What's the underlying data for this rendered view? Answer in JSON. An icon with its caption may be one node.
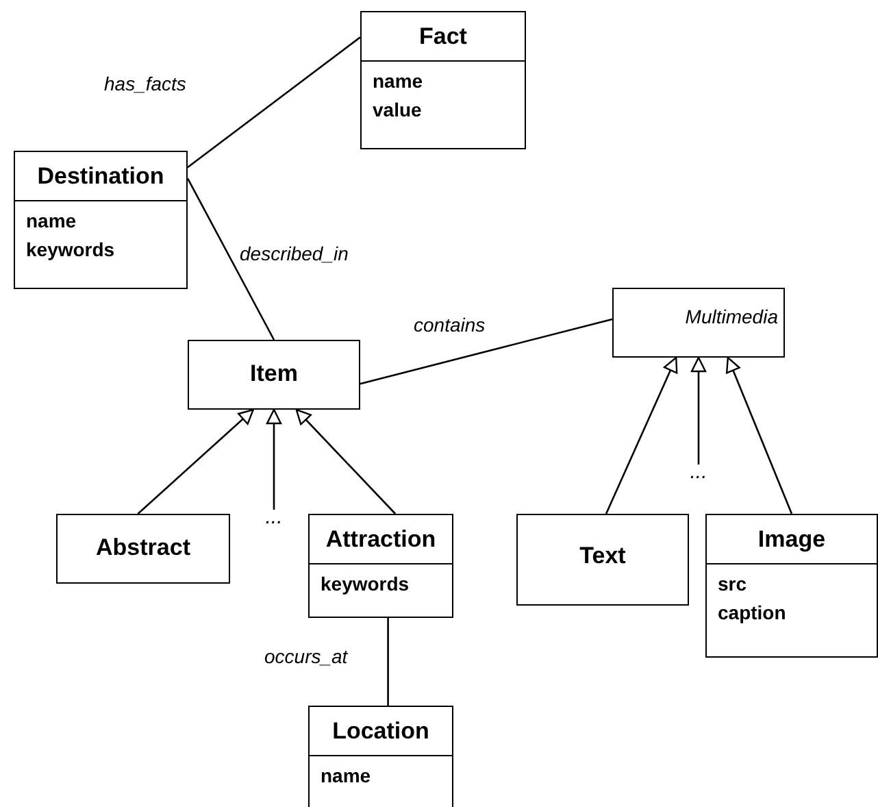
{
  "diagram": {
    "nodes": [
      {
        "text": [
          "Fact",
          "name",
          "value"
        ]
      },
      {
        "text": [
          "Destination",
          "name",
          "keywords"
        ]
      },
      {
        "text": [
          "Item"
        ]
      },
      {
        "text": [
          "Multimedia"
        ]
      },
      {
        "text": [
          "Abstract"
        ]
      },
      {
        "text": [
          "..."
        ]
      },
      {
        "text": [
          "Attraction",
          "keywords"
        ]
      },
      {
        "text": [
          "Text"
        ]
      },
      {
        "text": [
          "..."
        ]
      },
      {
        "text": [
          "Image",
          "src",
          "caption"
        ]
      },
      {
        "text": [
          "Location",
          "name"
        ]
      }
    ],
    "edges": [
      {
        "from": 1,
        "to": 0,
        "arrow": "none",
        "label": "has_facts"
      },
      {
        "from": 1,
        "to": 2,
        "arrow": "none",
        "label": "described_in"
      },
      {
        "from": 2,
        "to": 3,
        "arrow": "none",
        "label": "contains"
      },
      {
        "from": 4,
        "to": 2,
        "arrow": "to"
      },
      {
        "from": 5,
        "to": 2,
        "arrow": "to"
      },
      {
        "from": 6,
        "to": 2,
        "arrow": "to"
      },
      {
        "from": 7,
        "to": 3,
        "arrow": "to"
      },
      {
        "from": 8,
        "to": 3,
        "arrow": "to"
      },
      {
        "from": 9,
        "to": 3,
        "arrow": "to"
      },
      {
        "from": 6,
        "to": 10,
        "arrow": "none",
        "label": "occurs_at"
      }
    ]
  }
}
